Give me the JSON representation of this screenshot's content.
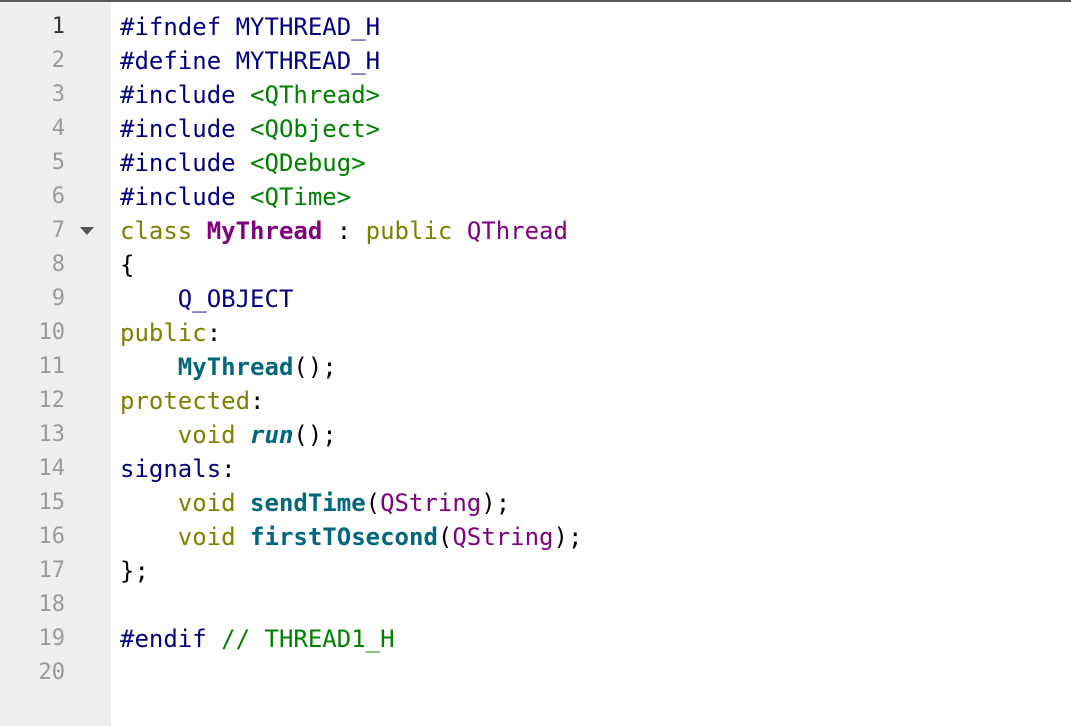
{
  "editor": {
    "current_line": 1,
    "lines": [
      {
        "n": "1",
        "tokens": [
          {
            "t": "#ifndef MYTHREAD_H",
            "c": "pre"
          }
        ]
      },
      {
        "n": "2",
        "tokens": [
          {
            "t": "#define MYTHREAD_H",
            "c": "pre"
          }
        ]
      },
      {
        "n": "3",
        "tokens": [
          {
            "t": "#include ",
            "c": "pre"
          },
          {
            "t": "<QThread>",
            "c": "inc"
          }
        ]
      },
      {
        "n": "4",
        "tokens": [
          {
            "t": "#include ",
            "c": "pre"
          },
          {
            "t": "<QObject>",
            "c": "inc"
          }
        ]
      },
      {
        "n": "5",
        "tokens": [
          {
            "t": "#include ",
            "c": "pre"
          },
          {
            "t": "<QDebug>",
            "c": "inc"
          }
        ]
      },
      {
        "n": "6",
        "tokens": [
          {
            "t": "#include ",
            "c": "pre"
          },
          {
            "t": "<QTime>",
            "c": "inc"
          }
        ]
      },
      {
        "n": "7",
        "fold": true,
        "tokens": [
          {
            "t": "class ",
            "c": "kw"
          },
          {
            "t": "MyThread",
            "c": "cls bold"
          },
          {
            "t": " : ",
            "c": "punc"
          },
          {
            "t": "public ",
            "c": "kw"
          },
          {
            "t": "QThread",
            "c": "typ"
          }
        ]
      },
      {
        "n": "8",
        "tokens": [
          {
            "t": "{",
            "c": "punc"
          }
        ]
      },
      {
        "n": "9",
        "tokens": [
          {
            "t": "    ",
            "c": "punc"
          },
          {
            "t": "Q_OBJECT",
            "c": "macro"
          }
        ]
      },
      {
        "n": "10",
        "tokens": [
          {
            "t": "public",
            "c": "kw"
          },
          {
            "t": ":",
            "c": "punc"
          }
        ]
      },
      {
        "n": "11",
        "tokens": [
          {
            "t": "    ",
            "c": "punc"
          },
          {
            "t": "MyThread",
            "c": "fn"
          },
          {
            "t": "();",
            "c": "punc"
          }
        ]
      },
      {
        "n": "12",
        "tokens": [
          {
            "t": "protected",
            "c": "kw"
          },
          {
            "t": ":",
            "c": "punc"
          }
        ]
      },
      {
        "n": "13",
        "tokens": [
          {
            "t": "    ",
            "c": "punc"
          },
          {
            "t": "void ",
            "c": "kw"
          },
          {
            "t": "run",
            "c": "fni"
          },
          {
            "t": "();",
            "c": "punc"
          }
        ]
      },
      {
        "n": "14",
        "tokens": [
          {
            "t": "signals",
            "c": "sig"
          },
          {
            "t": ":",
            "c": "punc"
          }
        ]
      },
      {
        "n": "15",
        "tokens": [
          {
            "t": "    ",
            "c": "punc"
          },
          {
            "t": "void ",
            "c": "kw"
          },
          {
            "t": "sendTime",
            "c": "fn"
          },
          {
            "t": "(",
            "c": "punc"
          },
          {
            "t": "QString",
            "c": "typ"
          },
          {
            "t": ");",
            "c": "punc"
          }
        ]
      },
      {
        "n": "16",
        "tokens": [
          {
            "t": "    ",
            "c": "punc"
          },
          {
            "t": "void ",
            "c": "kw"
          },
          {
            "t": "firstTOsecond",
            "c": "fn"
          },
          {
            "t": "(",
            "c": "punc"
          },
          {
            "t": "QString",
            "c": "typ"
          },
          {
            "t": ");",
            "c": "punc"
          }
        ]
      },
      {
        "n": "17",
        "tokens": [
          {
            "t": "};",
            "c": "punc"
          }
        ]
      },
      {
        "n": "18",
        "tokens": []
      },
      {
        "n": "19",
        "tokens": [
          {
            "t": "#endif ",
            "c": "pre"
          },
          {
            "t": "// THREAD1_H",
            "c": "cmt"
          }
        ]
      },
      {
        "n": "20",
        "tokens": []
      }
    ]
  }
}
